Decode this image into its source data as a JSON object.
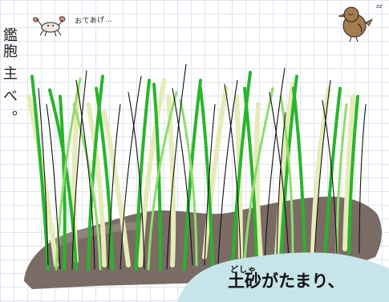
{
  "side_text": "鑑胞 主 べ 。",
  "crab_caption": "おてあげ…",
  "bird_zzz": "zz",
  "caption": {
    "ruby": "どしゃ",
    "text": "土砂がたまり、"
  },
  "colors": {
    "grid": "#dfe4f1",
    "grass_dark": "#28b52a",
    "grass_light": "#8fdc6a",
    "grass_pale": "#e6ebb8",
    "soil": "#7a6b65",
    "soil_light": "#b7aea9",
    "water": "#c7e4ea",
    "bird": "#a67b4e"
  }
}
